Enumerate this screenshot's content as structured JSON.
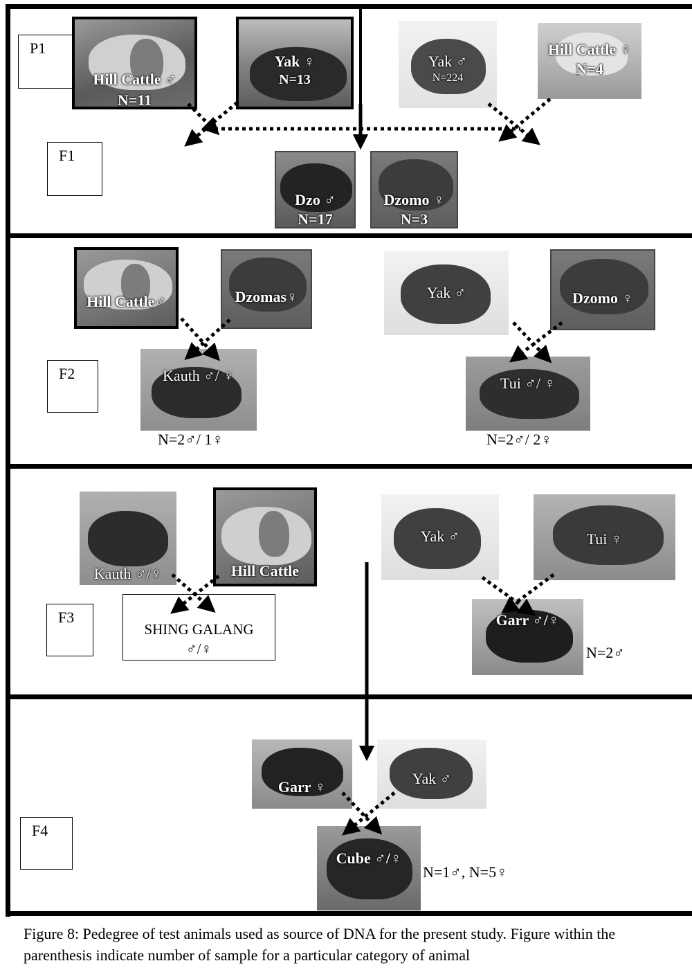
{
  "generations": [
    "P1",
    "F1",
    "F2",
    "F3",
    "F4"
  ],
  "p1": {
    "hill_cattle_male": {
      "name": "Hill Cattle ♂",
      "count": "N=11"
    },
    "yak_female": {
      "name": "Yak ♀",
      "count": "N=13"
    },
    "yak_male": {
      "name": "Yak ♂",
      "count": "N=224"
    },
    "hill_cattle_female": {
      "name": "Hill Cattle ♀",
      "count": "N=4"
    }
  },
  "f1": {
    "dzo": {
      "name": "Dzo ♂",
      "count": "N=17"
    },
    "dzomo": {
      "name": "Dzomo ♀",
      "count": "N=3"
    }
  },
  "f2": {
    "hill_cattle": {
      "name": "Hill Cattle♂"
    },
    "dzomas": {
      "name": "Dzomas♀"
    },
    "kauth": {
      "name": "Kauth ♂/ ♀",
      "count": "N=2♂/ 1♀"
    },
    "yak": {
      "name": "Yak ♂"
    },
    "dzomo": {
      "name": "Dzomo ♀"
    },
    "tui": {
      "name": "Tui ♂/ ♀",
      "count": "N=2♂/ 2♀"
    }
  },
  "f3": {
    "kauth": {
      "name": "Kauth ♂/♀"
    },
    "hill_cattle": {
      "name": "Hill Cattle"
    },
    "shing_galang": {
      "line1": "SHING GALANG",
      "line2": "♂/♀"
    },
    "yak": {
      "name": "Yak ♂"
    },
    "tui": {
      "name": "Tui ♀"
    },
    "garr": {
      "name": "Garr ♂/♀",
      "count": "N=2♂"
    }
  },
  "f4": {
    "garr": {
      "name": "Garr ♀"
    },
    "yak": {
      "name": "Yak ♂"
    },
    "cube": {
      "name": "Cube ♂/♀",
      "count": "N=1♂, N=5♀"
    }
  },
  "caption": "Figure 8: Pedegree of test animals used as source of DNA for the present study. Figure within the parenthesis indicate number of sample for a particular category of animal",
  "colors": {
    "frame": "#000000",
    "photo_dark": "#3a3a3a",
    "photo_mid": "#7a7a7a",
    "photo_light": "#d6d6d6"
  }
}
